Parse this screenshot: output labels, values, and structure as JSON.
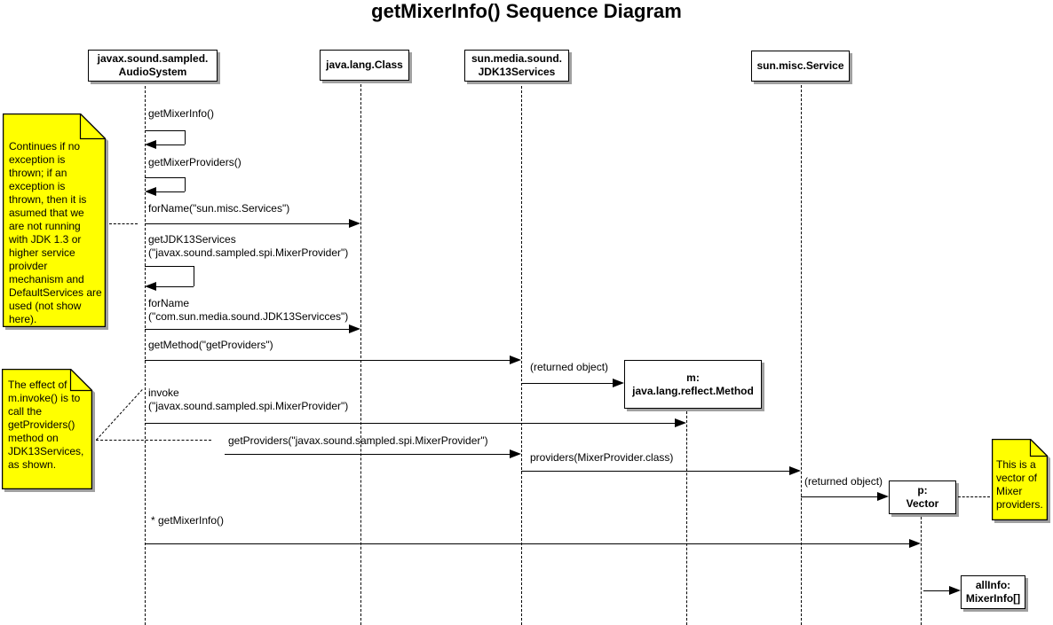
{
  "title": "getMixerInfo() Sequence Diagram",
  "colors": {
    "note_fill": "#FFFF00",
    "shadow": "#A0A0A0",
    "line": "#000000",
    "background": "#FFFFFF"
  },
  "lifelines": [
    {
      "label": "javax.sound.sampled.\nAudioSystem"
    },
    {
      "label": "java.lang.Class"
    },
    {
      "label": "sun.media.sound.\nJDK13Services"
    },
    {
      "label": "sun.misc.Service"
    }
  ],
  "objects": [
    {
      "label": "m:\njava.lang.reflect.Method"
    },
    {
      "label": "p:\nVector"
    },
    {
      "label": "allInfo:\nMixerInfo[]"
    }
  ],
  "messages": [
    {
      "label": "getMixerInfo()"
    },
    {
      "label": "getMixerProviders()"
    },
    {
      "label": "forName(\"sun.misc.Services\")"
    },
    {
      "label": "getJDK13Services\n(\"javax.sound.sampled.spi.MixerProvider\")"
    },
    {
      "label": "forName\n(\"com.sun.media.sound.JDK13Servicces\")"
    },
    {
      "label": "getMethod(\"getProviders\")"
    },
    {
      "label": "(returned object)"
    },
    {
      "label": "invoke\n(\"javax.sound.sampled.spi.MixerProvider\")"
    },
    {
      "label": "getProviders(\"javax.sound.sampled.spi.MixerProvider\")"
    },
    {
      "label": "providers(MixerProvider.class)"
    },
    {
      "label": "(returned object)"
    },
    {
      "label": "* getMixerInfo()"
    }
  ],
  "notes": [
    {
      "text": "Continues if no\nexception is\nthrown; if an\nexception is\nthrown, then it is\nasumed that we\nare not running\nwith JDK 1.3 or\nhigher service\nproivder\nmechanism and\nDefaultServices are\nused (not show\nhere)."
    },
    {
      "text": "The effect of\nm.invoke() is to\ncall the\ngetProviders()\nmethod on\nJDK13Services,\nas shown."
    },
    {
      "text": "This is a\nvector of\nMixer\nproviders."
    }
  ]
}
